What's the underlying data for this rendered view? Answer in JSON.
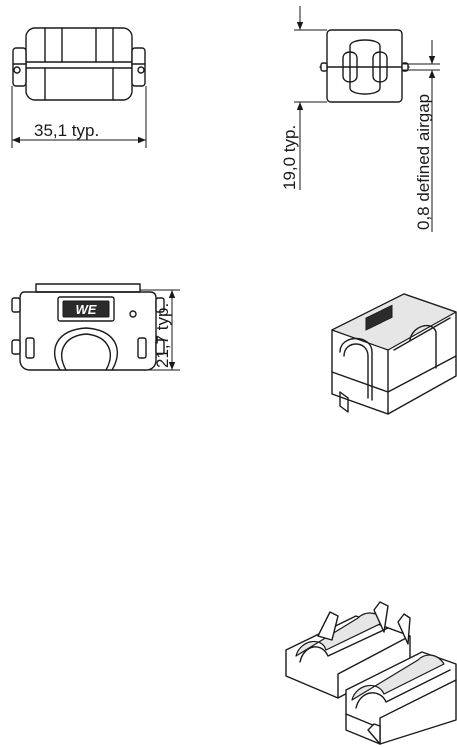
{
  "dimensions": {
    "width_label": "35,1  typ.",
    "height_label": "19,0  typ.",
    "airgap_label": "0,8  defined airgap",
    "depth_label": "21,7  typ."
  },
  "logo": {
    "text": "WE"
  }
}
